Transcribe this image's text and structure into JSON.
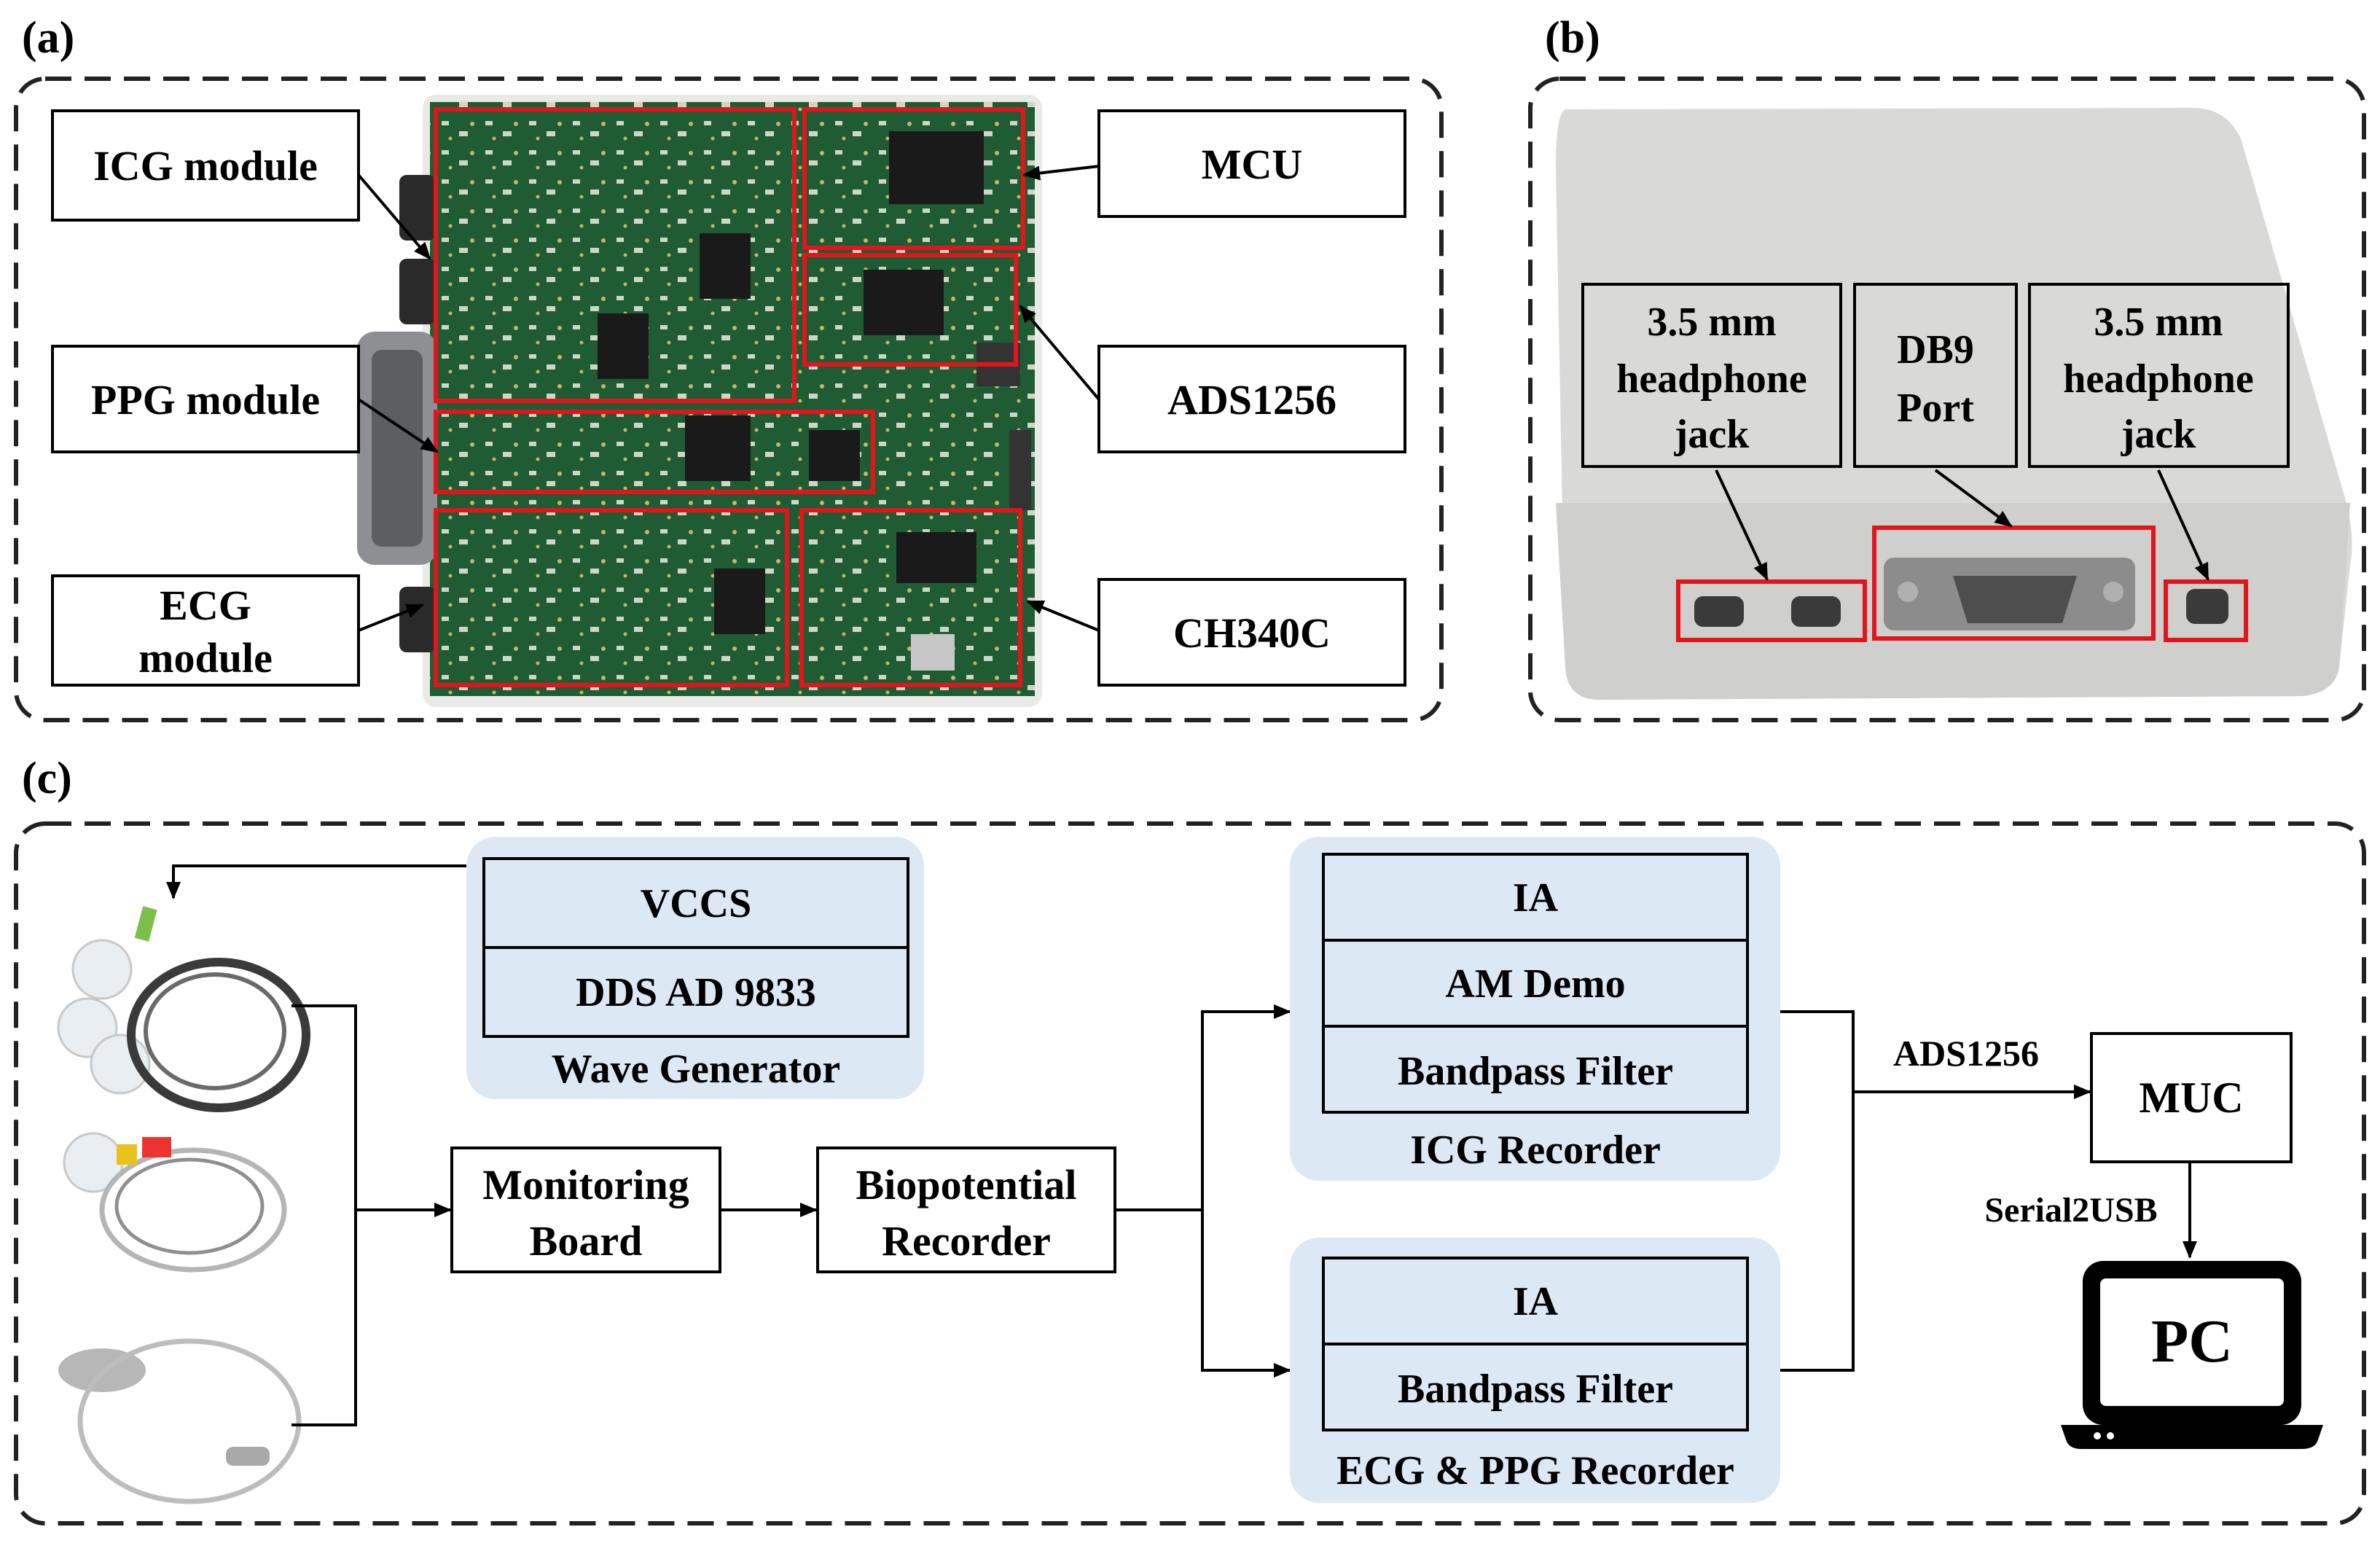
{
  "panels": {
    "a": "(a)",
    "b": "(b)",
    "c": "(c)"
  },
  "panel_a": {
    "icg_module": "ICG module",
    "ppg_module": "PPG module",
    "ecg_module_l1": "ECG",
    "ecg_module_l2": "module",
    "mcu": "MCU",
    "ads1256": "ADS1256",
    "ch340c": "CH340C"
  },
  "panel_b": {
    "jack_left_l1": "3.5 mm",
    "jack_left_l2": "headphone",
    "jack_left_l3": "jack",
    "db9_l1": "DB9",
    "db9_l2": "Port",
    "jack_right_l1": "3.5 mm",
    "jack_right_l2": "headphone",
    "jack_right_l3": "jack"
  },
  "panel_c": {
    "vccs": "VCCS",
    "dds": "DDS AD 9833",
    "wave_generator": "Wave Generator",
    "monitoring_l1": "Monitoring",
    "monitoring_l2": "Board",
    "biopotential_l1": "Biopotential",
    "biopotential_l2": "Recorder",
    "icg_ia": "IA",
    "icg_am": "AM Demo",
    "icg_bp": "Bandpass Filter",
    "icg_recorder": "ICG Recorder",
    "ecg_ia": "IA",
    "ecg_bp": "Bandpass Filter",
    "ecg_recorder": "ECG & PPG Recorder",
    "ads1256": "ADS1256",
    "muc": "MUC",
    "serial2usb": "Serial2USB",
    "pc": "PC"
  },
  "colors": {
    "highlight_red": "#e3141b",
    "pcb_green": "#1e5a32",
    "block_blue": "#dde8f5",
    "enclosure_gray": "#d8d8d6"
  }
}
